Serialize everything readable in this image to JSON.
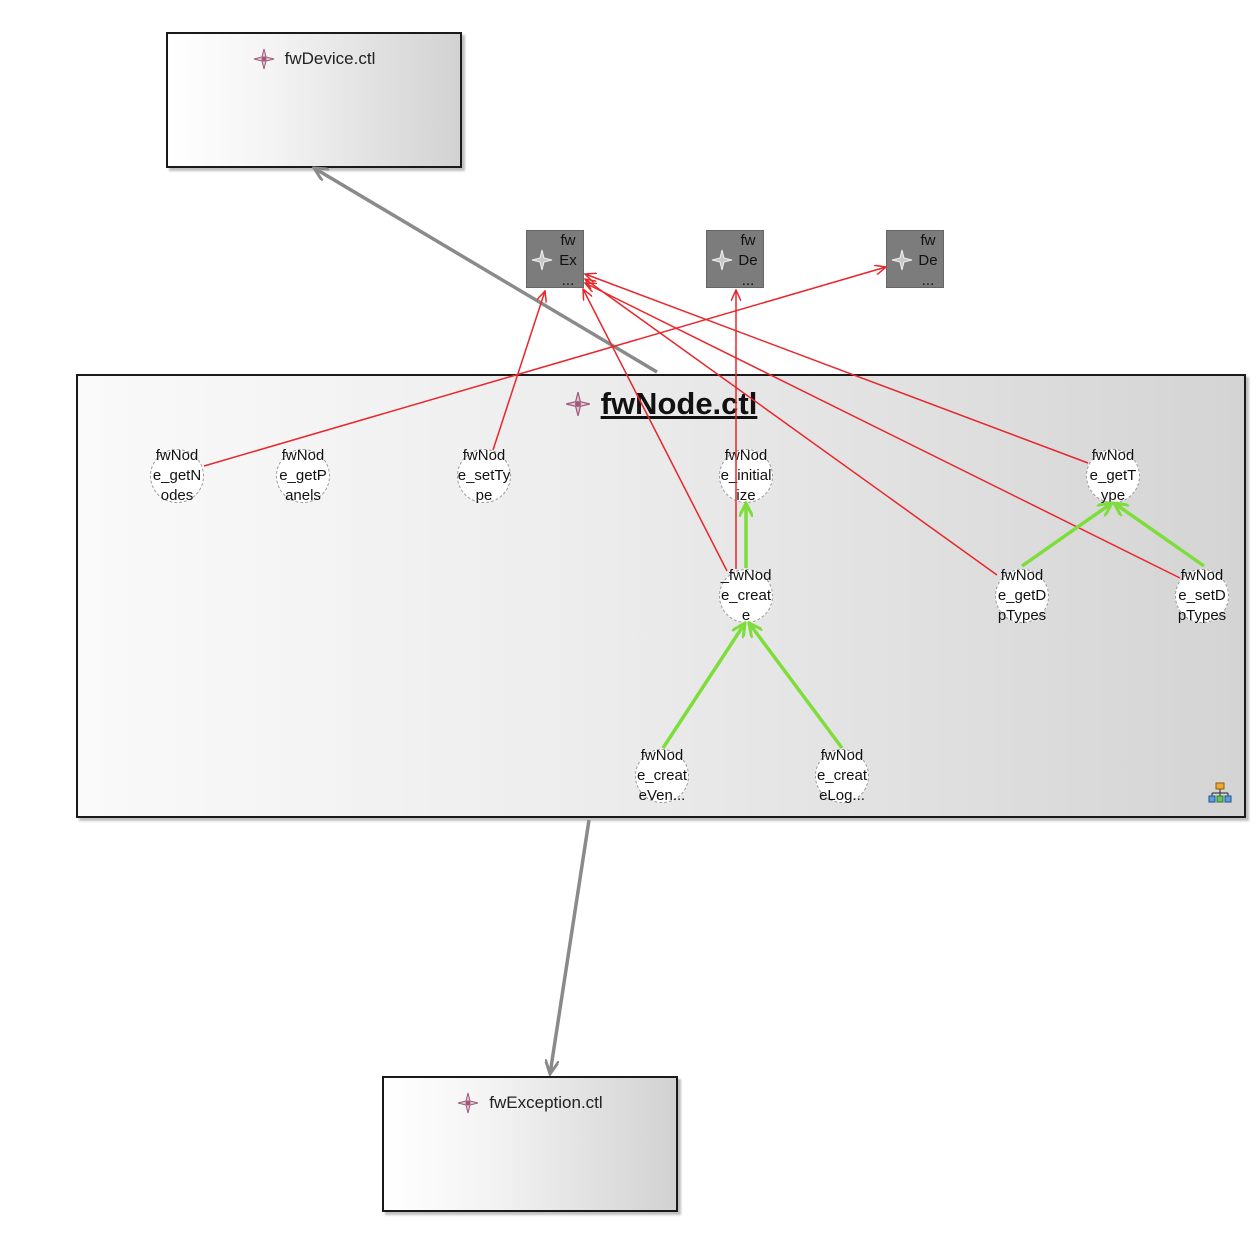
{
  "libraries": {
    "device": {
      "label": "fwDevice.ctl"
    },
    "exception": {
      "label": "fwException.ctl"
    }
  },
  "main": {
    "title": "fwNode.ctl"
  },
  "refs": [
    {
      "id": "ref-ex",
      "label": "fw\nEx\n..."
    },
    {
      "id": "ref-de1",
      "label": "fw\nDe\n..."
    },
    {
      "id": "ref-de2",
      "label": "fw\nDe\n..."
    }
  ],
  "functions": [
    {
      "id": "getNodes",
      "label": "fwNod\ne_getN\nodes"
    },
    {
      "id": "getPanels",
      "label": "fwNod\ne_getP\nanels"
    },
    {
      "id": "setType",
      "label": "fwNod\ne_setTy\npe"
    },
    {
      "id": "initialize",
      "label": "fwNod\ne_initial\nize"
    },
    {
      "id": "getType",
      "label": "fwNod\ne_getT\nype"
    },
    {
      "id": "create",
      "label": "_fwNod\ne_creat\ne"
    },
    {
      "id": "getDpTypes",
      "label": "fwNod\ne_getD\npTypes"
    },
    {
      "id": "setDpTypes",
      "label": "fwNod\ne_setD\npTypes"
    },
    {
      "id": "createEvent",
      "label": "fwNod\ne_creat\neVen..."
    },
    {
      "id": "createLog",
      "label": "fwNod\ne_creat\neLog..."
    }
  ],
  "edge_colors": {
    "dependency": "#e8262b",
    "call": "#7ddd3a",
    "library": "#8a8a8a"
  },
  "icons": {
    "library": "component-icon",
    "hierarchy": "hierarchy-icon"
  }
}
